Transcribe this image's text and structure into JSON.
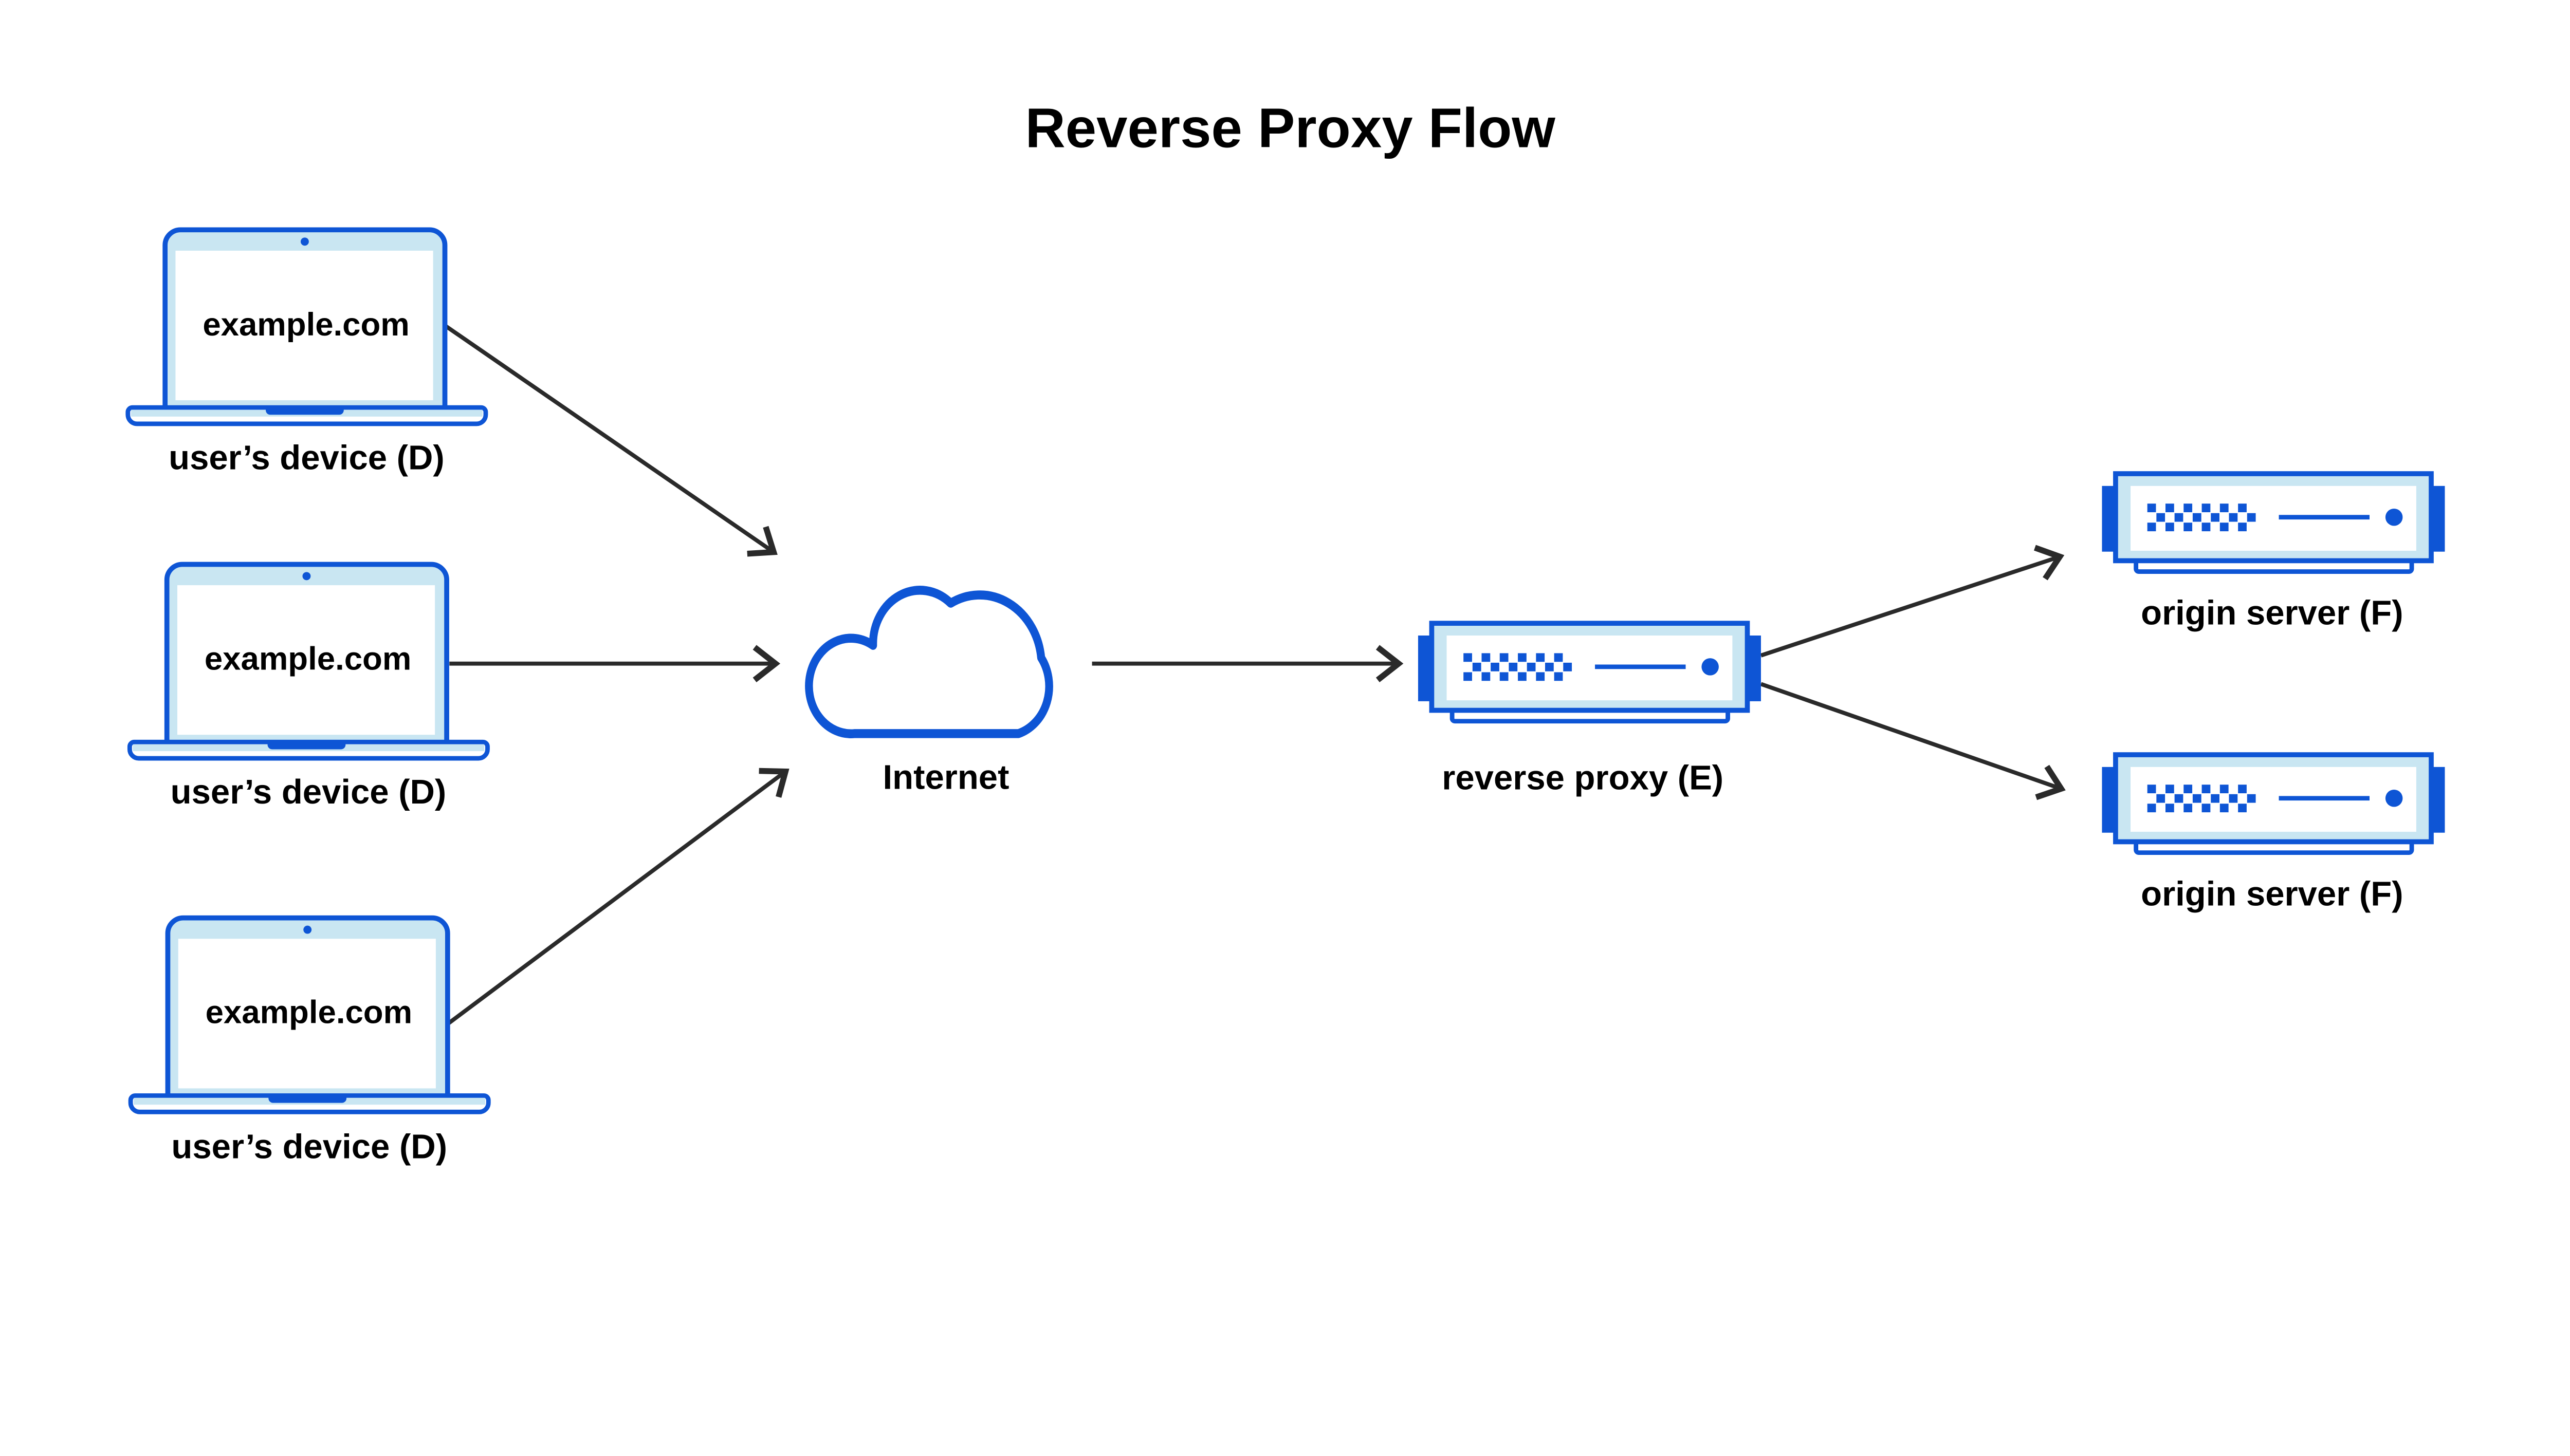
{
  "title": "Reverse Proxy Flow",
  "nodes": {
    "devices": [
      {
        "icon": "laptop-icon",
        "screen_text": "example.com",
        "label": "user’s device (D)"
      },
      {
        "icon": "laptop-icon",
        "screen_text": "example.com",
        "label": "user’s device (D)"
      },
      {
        "icon": "laptop-icon",
        "screen_text": "example.com",
        "label": "user’s device (D)"
      }
    ],
    "internet": {
      "icon": "cloud-icon",
      "label": "Internet"
    },
    "reverse_proxy": {
      "icon": "server-icon",
      "label": "reverse proxy (E)"
    },
    "origin_servers": [
      {
        "icon": "server-icon",
        "label": "origin server (F)"
      },
      {
        "icon": "server-icon",
        "label": "origin server (F)"
      }
    ]
  },
  "connections": [
    {
      "from": "user-device-1",
      "to": "internet"
    },
    {
      "from": "user-device-2",
      "to": "internet"
    },
    {
      "from": "user-device-3",
      "to": "internet"
    },
    {
      "from": "internet",
      "to": "reverse-proxy"
    },
    {
      "from": "reverse-proxy",
      "to": "origin-server-1"
    },
    {
      "from": "reverse-proxy",
      "to": "origin-server-2"
    }
  ],
  "colors": {
    "accent_blue": "#0e55d5",
    "light_blue": "#c9e6f2",
    "arrow_gray": "#2a2a2a",
    "text_black": "#000000"
  }
}
